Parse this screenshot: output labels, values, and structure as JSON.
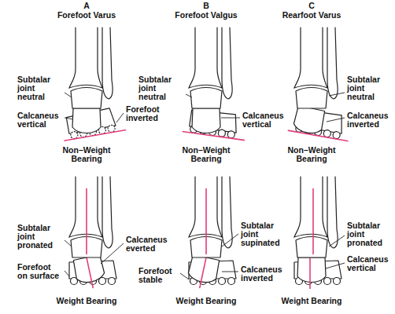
{
  "diagram": {
    "labels": [
      "A",
      "Forefoot Varus",
      "B",
      "Forefoot Valgus",
      "C",
      "Rearfoot Varus",
      "Subtalar joint neutral",
      "Forefoot inverted",
      "Calcaneus vertical",
      "Non–Weight Bearing",
      "Subtalar joint neutral",
      "Calcaneus vertical",
      "Non–Weight Bearing",
      "Subtalar joint neutral",
      "Calcaneus inverted",
      "Non–Weight Bearing",
      "Subtalar joint pronated",
      "Calcaneus everted",
      "Forefoot on surface",
      "Weight Bearing",
      "Subtalar joint supinated",
      "Forefoot stable",
      "Calcaneus inverted",
      "Weight Bearing",
      "Subtalar joint pronated",
      "Calcaneus vertical",
      "Weight Bearing"
    ]
  }
}
